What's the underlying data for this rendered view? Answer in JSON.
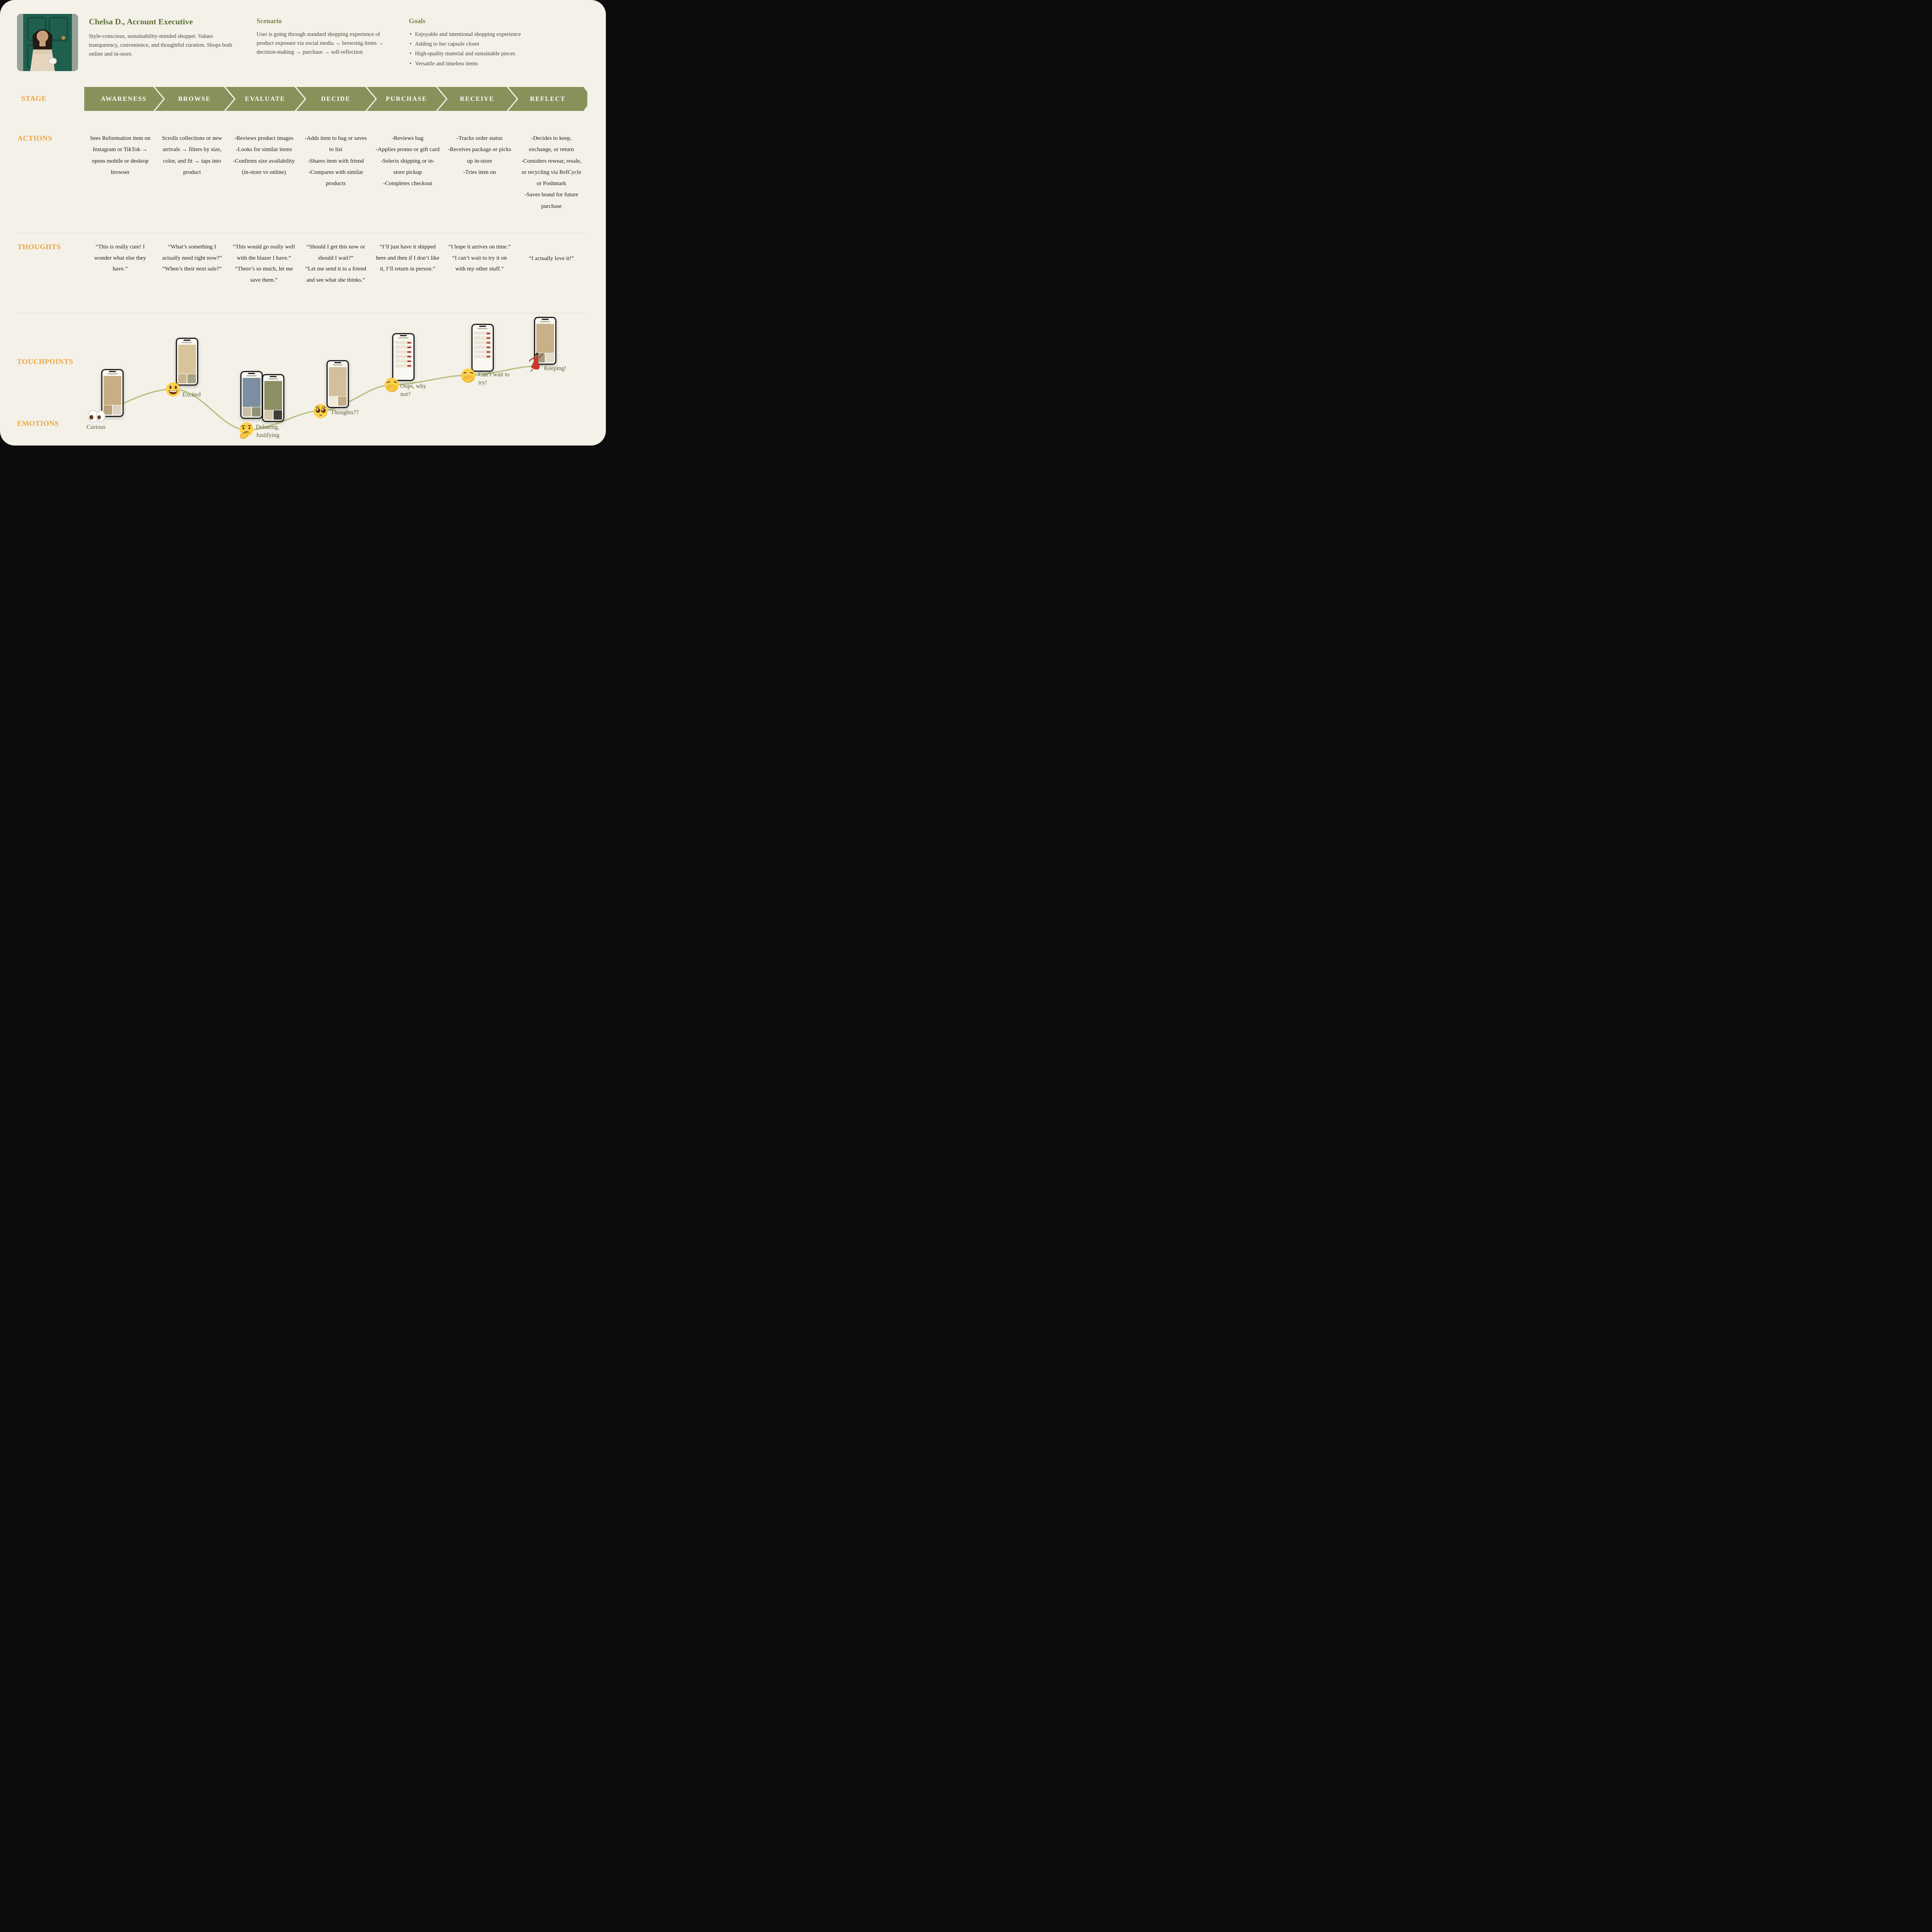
{
  "colors": {
    "background": "#f4f1e9",
    "stage_olive": "#87925a",
    "accent_orange": "#eca340",
    "heading_green": "#5d6d34",
    "journey_line": "#b7c286"
  },
  "persona": {
    "name": "Chelsa D., Account Executive",
    "description": "Style-conscious, sustainability-minded shopper. Values transparency, convenience, and thoughtful curation. Shops both online and in-store."
  },
  "scenario": {
    "title": "Scenario",
    "text": "User is going through standard shopping experience of product exposure via social media → browsing items → decision-making → purchase → self-reflection"
  },
  "goals": {
    "title": "Goals",
    "items": [
      "Enjoyable and intentional shopping experience",
      "Adding to her capsule closet",
      "High-quality material and sustainable pieces",
      "Versatile and timeless items"
    ]
  },
  "row_labels": {
    "stage": "STAGE",
    "actions": "ACTIONS",
    "thoughts": "THOUGHTS",
    "touchpoints": "TOUCHPOINTS",
    "emotions": "EMOTIONS"
  },
  "stages": [
    {
      "label": "AWARENESS",
      "actions": "Sees Reformation item on Instagram or TikTok → opens mobile or desktop browser",
      "thoughts": "“This is really cute! I wonder what else they have.”"
    },
    {
      "label": "BROWSE",
      "actions": "Scrolls collections or new arrivals → filters by size, color, and fit → taps into product",
      "thoughts": [
        "“What’s something I actually need right now?”",
        "“When’s their next sale?”"
      ]
    },
    {
      "label": "EVALUATE",
      "actions": [
        "-Reviews product images",
        "-Looks for similar items",
        "-Confirms size availability (in-store vs online)"
      ],
      "thoughts": [
        "“This would go really well with the blazer I have.”",
        "“There’s so much, let me save them.”"
      ]
    },
    {
      "label": "DECIDE",
      "actions": [
        "-Adds item to bag or saves to list",
        "-Shares item with friend",
        "-Compares with similar products"
      ],
      "thoughts": [
        "“Should I get this now or should I wait?”",
        "“Let me send it to a friend and see what she thinks.”"
      ]
    },
    {
      "label": "PURCHASE",
      "actions": [
        "-Reviews bag",
        "-Applies promo or gift card",
        "-Selects shipping or in-store pickup",
        "-Completes checkout"
      ],
      "thoughts": "“I’ll just have it shipped here and then if I don’t like it, I’ll return in person.”"
    },
    {
      "label": "RECEIVE",
      "actions": [
        "-Tracks order status",
        "-Receives package or picks up in-store",
        "-Tries item on"
      ],
      "thoughts": [
        "“I hope it arrives on time.”",
        "“I can’t wait to try it on with my other stuff.”"
      ]
    },
    {
      "label": "REFLECT",
      "actions": [
        "-Decides to keep, exchange, or return",
        "-Considers rewear, resale, or recycling via RefCycle or Poshmark",
        "-Saves brand for future purchase"
      ],
      "thoughts": "“I actually love it!”"
    }
  ],
  "emotions": [
    {
      "emoji": "eyes",
      "label": "Curious"
    },
    {
      "emoji": "grinning-face",
      "label": "Excited"
    },
    {
      "emoji": "thinking-face",
      "label": "Debating, Justifying"
    },
    {
      "emoji": "pleading-face",
      "label": "Thoughts??"
    },
    {
      "emoji": "hand-over-mouth-face",
      "label": "Oops, why not?"
    },
    {
      "emoji": "hand-over-mouth-face",
      "label": "Can’t wait to try!"
    },
    {
      "emoji": "dancer",
      "label": "Keeping!"
    }
  ]
}
